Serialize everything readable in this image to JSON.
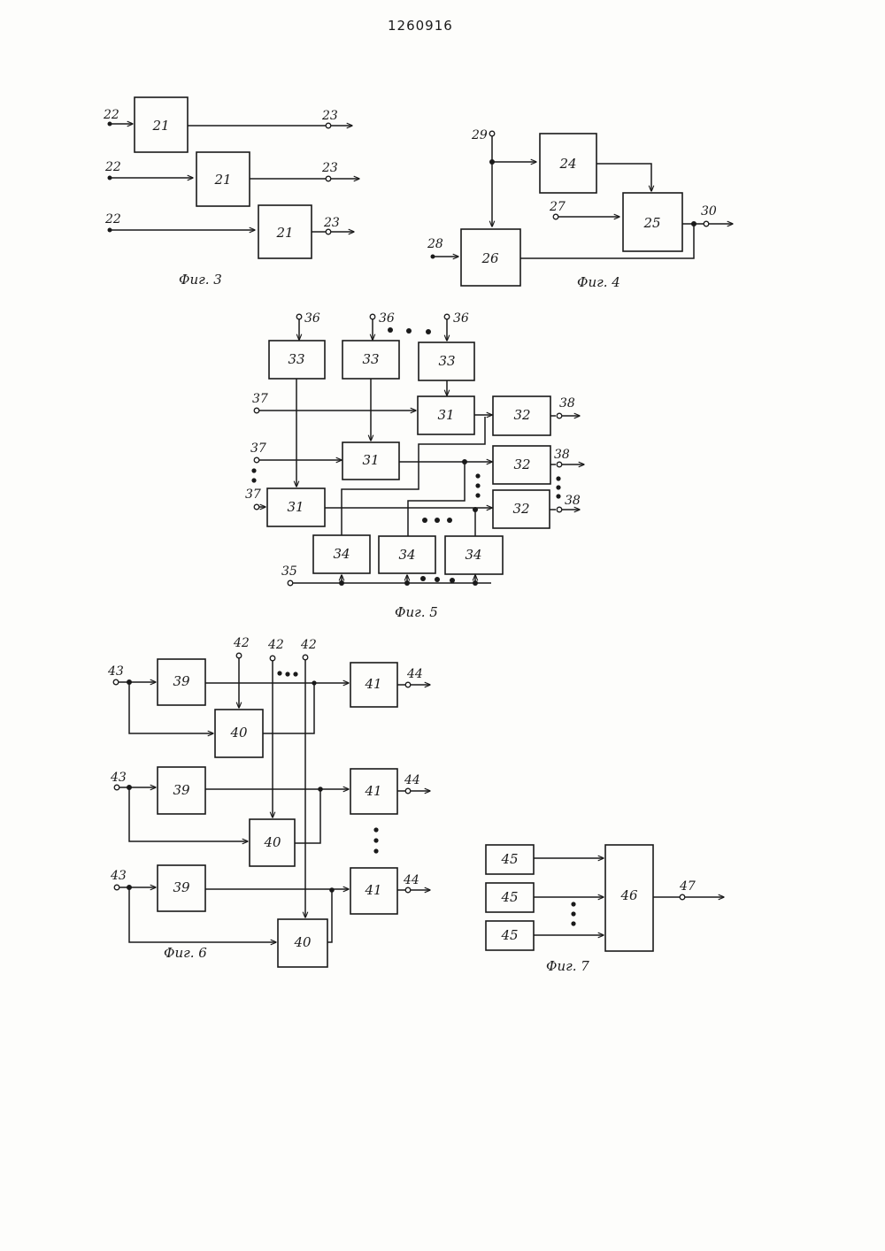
{
  "header": {
    "patent_number": "1260916"
  },
  "figures": {
    "fig3": {
      "caption": "Фиг. 3",
      "blocks": [
        "21",
        "21",
        "21"
      ],
      "inputs": [
        "22",
        "22",
        "22"
      ],
      "outputs": [
        "23",
        "23",
        "23"
      ]
    },
    "fig4": {
      "caption": "Фиг. 4",
      "blocks": [
        "24",
        "25",
        "26"
      ],
      "terminals": [
        "29",
        "27",
        "28",
        "30"
      ]
    },
    "fig5": {
      "caption": "Фиг. 5",
      "top_blocks": [
        "33",
        "33",
        "33"
      ],
      "middle_blocks": [
        "31",
        "31",
        "31"
      ],
      "right_blocks": [
        "32",
        "32",
        "32"
      ],
      "bottom_blocks": [
        "34",
        "34",
        "34"
      ],
      "top_inputs": [
        "36",
        "36",
        "36"
      ],
      "left_inputs": [
        "37",
        "37",
        "37"
      ],
      "outputs": [
        "38",
        "38",
        "38"
      ],
      "bottom_input": "35"
    },
    "fig6": {
      "caption": "Фиг. 6",
      "blocks_39": [
        "39",
        "39",
        "39"
      ],
      "blocks_40": [
        "40",
        "40",
        "40"
      ],
      "blocks_41": [
        "41",
        "41",
        "41"
      ],
      "top_inputs": [
        "42",
        "42",
        "42"
      ],
      "inputs": [
        "43",
        "43",
        "43"
      ],
      "outputs": [
        "44",
        "44",
        "44"
      ]
    },
    "fig7": {
      "caption": "Фиг. 7",
      "blocks_45": [
        "45",
        "45",
        "45"
      ],
      "block_46": "46",
      "output": "47"
    }
  }
}
